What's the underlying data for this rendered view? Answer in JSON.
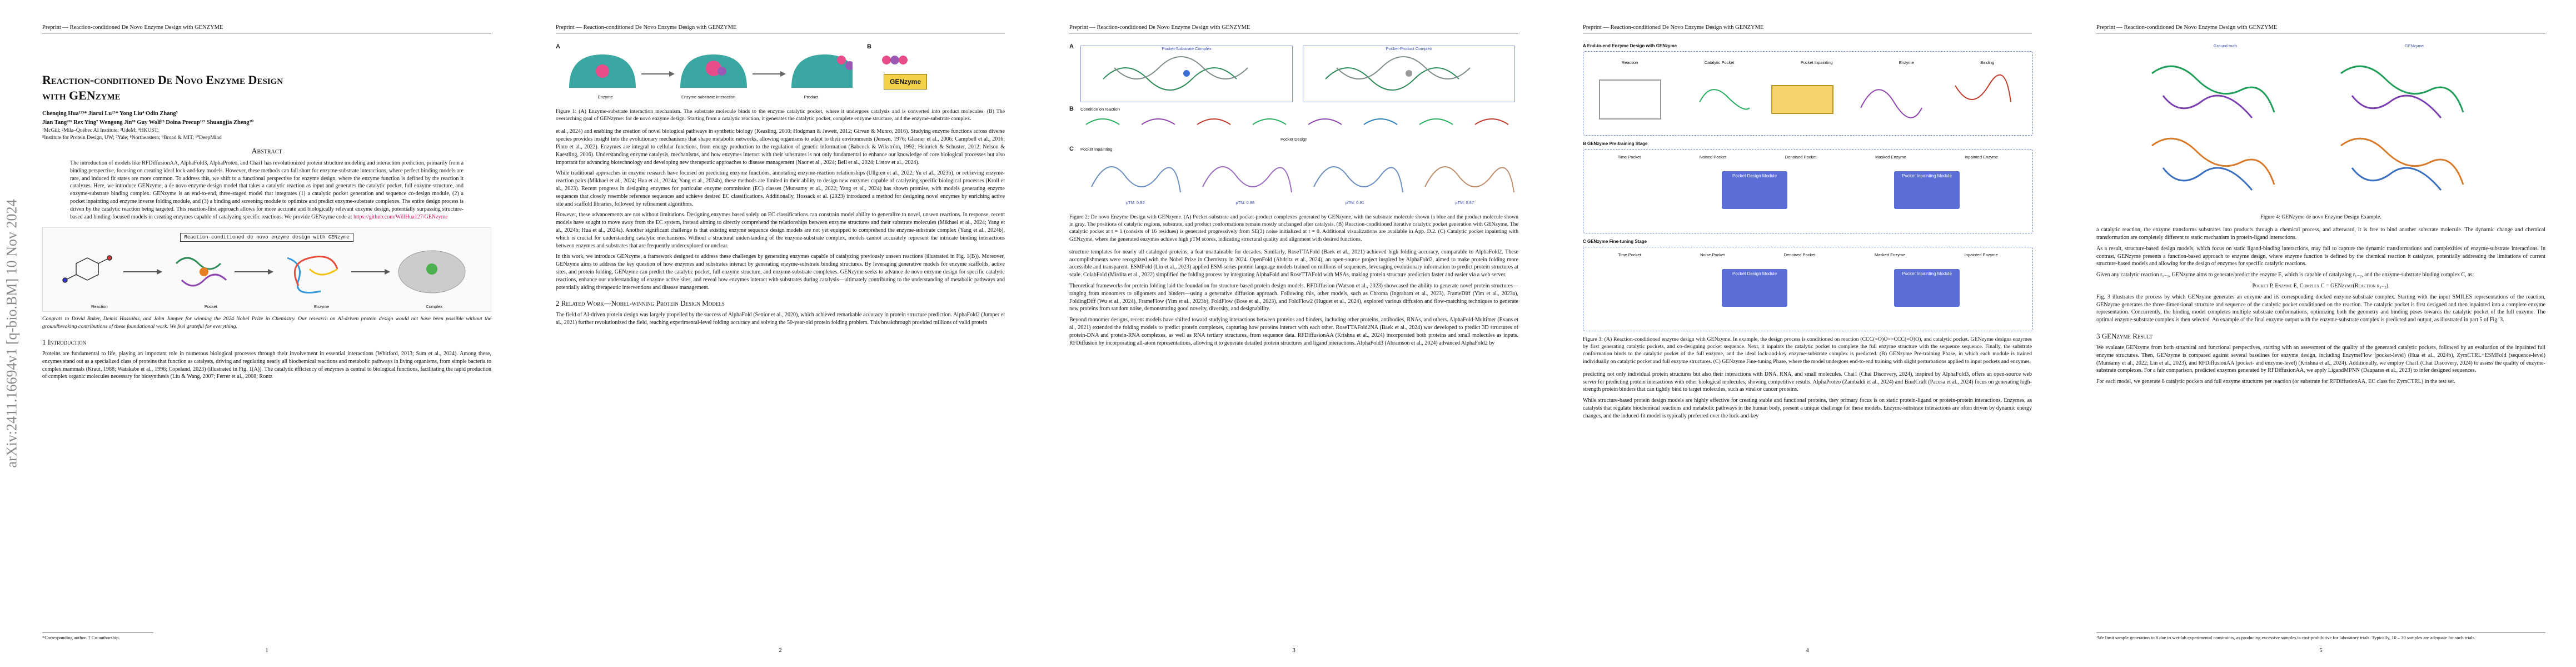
{
  "arxiv_stamp": "arXiv:2411.16694v1  [q-bio.BM]  10 Nov 2024",
  "running_head": "Preprint — Reaction-conditioned De Novo Enzyme Design with GENZYME",
  "page1": {
    "title_line1": "Reaction-conditioned De Novo Enzyme Design",
    "title_line2": "with GENzyme",
    "authors_line1": "Chenqing Hua¹²³*   Jiarui Lu²³*   Yong Liu⁴   Odin Zhang⁵",
    "authors_line2": "Jian Tang²³⁶   Rex Ying⁷   Wengong Jin⁸⁹   Guy Wolf²³   Doina Precup¹²³   Shuangjia Zheng¹⁰",
    "affil_line1": "¹McGill; ²Mila–Québec AI Institute; ³UdeM; ⁴HKUST;",
    "affil_line2": "⁵Institute for Protein Design, UW; ⁷Yale; ⁸Northeastern; ⁹Broad & MIT; ¹⁰DeepMind",
    "abstract_head": "Abstract",
    "abstract": "The introduction of models like RFDiffusionAA, AlphaFold3, AlphaProteo, and Chai1 has revolutionized protein structure modeling and interaction prediction, primarily from a binding perspective, focusing on creating ideal lock-and-key models. However, these methods can fall short for enzyme-substrate interactions, where perfect binding models are rare, and induced fit states are more common. To address this, we shift to a functional perspective for enzyme design, where the enzyme function is defined by the reaction it catalyzes. Here, we introduce GENzyme, a de novo enzyme design model that takes a catalytic reaction as input and generates the catalytic pocket, full enzyme structure, and enzyme-substrate binding complex. GENzyme is an end-to-end, three-staged model that integrates (1) a catalytic pocket generation and sequence co-design module, (2) a pocket inpainting and enzyme inverse folding module, and (3) a binding and screening module to optimize and predict enzyme-substrate complexes. The entire design process is driven by the catalytic reaction being targeted. This reaction-first approach allows for more accurate and biologically relevant enzyme design, potentially surpassing structure-based and binding-focused models in creating enzymes capable of catalyzing specific reactions. We provide GENzyme code at",
    "abstract_link": "https://github.com/WillHua127/GENzyme",
    "fig_banner": "Reaction-conditioned de novo enzyme design with GENzyme",
    "fig_labels": [
      "Reaction",
      "Pocket",
      "Enzyme",
      "Complex"
    ],
    "fig_caption": "Congrats to David Baker, Demis Hassabis, and John Jumper for winning the 2024 Nobel Prize in Chemistry. Our research on AI-driven protein design would not have been possible without the groundbreaking contributions of these foundational work. We feel grateful for everything.",
    "section1": "1   Introduction",
    "intro": "Proteins are fundamental to life, playing an important role in numerous biological processes through their involvement in essential interactions (Whitford, 2013; Sum et al., 2024). Among these, enzymes stand out as a specialized class of proteins that function as catalysts, driving and regulating nearly all biochemical reactions and metabolic pathways in living organisms, from simple bacteria to complex mammals (Kraut, 1988; Watakabe et al., 1996; Copeland, 2023) (illustrated in Fig. 1(A)). The catalytic efficiency of enzymes is central to biological functions, facilitating the rapid production of complex organic molecules necessary for biosynthesis (Liu & Wang, 2007; Ferrer et al., 2008; Rontz",
    "footnote": "*Corresponding author. † Co-authorship.",
    "page_number": "1"
  },
  "page2": {
    "fig_panels": [
      "A",
      "B"
    ],
    "fig_labels": [
      "Enzyme",
      "Enzyme-substrate interaction",
      "Product"
    ],
    "genzyme_label": "GENzyme",
    "caption": "Figure 1: (A) Enzyme-substrate interaction mechanism. The substrate molecule binds to the enzyme catalytic pocket, where it undergoes catalysis and is converted into product molecules. (B) The overarching goal of GENzyme: for de novo enzyme design. Starting from a catalytic reaction, it generates the catalytic pocket, complete enzyme structure, and the enzyme-substrate complex.",
    "para1": "et al., 2024) and enabling the creation of novel biological pathways in synthetic biology (Keasling, 2010; Hodgman & Jewett, 2012; Girvan & Munro, 2016). Studying enzyme functions across diverse species provides insight into the evolutionary mechanisms that shape metabolic networks, allowing organisms to adapt to their environments (Jensen, 1976; Glasner et al., 2006; Campbell et al., 2016; Pinto et al., 2022). Enzymes are integral to cellular functions, from energy production to the regulation of genetic information (Babcock & Wikström, 1992; Heinrich & Schuster, 2012; Nelson & Kaestling, 2016). Understanding enzyme catalysis, mechanisms, and how enzymes interact with their substrates is not only fundamental to enhance our knowledge of core biological processes but also important for advancing biotechnology and developing new therapeutic approaches to disease management (Naor et al., 2024; Bell et al., 2024; Listov et al., 2024).",
    "para2": "While traditional approaches in enzyme research have focused on predicting enzyme functions, annotating enzyme-reaction relationships (Ullgren et al., 2022; Yu et al., 2023b), or retrieving enzyme-reaction pairs (Mikhael et al., 2024; Hua et al., 2024a; Yang et al., 2024b), these methods are limited in their ability to design new enzymes capable of catalyzing specific biological processes (Kroll et al., 2023). Recent progress in designing enzymes for particular enzyme commission (EC) classes (Munsamy et al., 2022; Yang et al., 2024) has shown promise, with models generating enzyme sequences that closely resemble reference sequences and achieve desired EC classifications. Additionally, Hossack et al. (2023) introduced a method for designing novel enzymes by enriching active site and scaffold libraries, followed by refinement algorithms.",
    "para3": "However, these advancements are not without limitations. Designing enzymes based solely on EC classifications can constrain model ability to generalize to novel, unseen reactions. In response, recent models have sought to move away from the EC system, instead aiming to directly comprehend the relationships between enzyme structures and their substrate molecules (Mikhael et al., 2024; Yang et al., 2024b; Hua et al., 2024a). Another significant challenge is that existing enzyme sequence design models are not yet equipped to comprehend the enzyme-substrate complex (Yang et al., 2024b), which is crucial for understanding catalytic mechanisms. Without a structural understanding of the enzyme-substrate complex, models cannot accurately represent the intricate binding interactions between enzymes and substrates that are frequently underexplored or unclear.",
    "para4": "In this work, we introduce GENzyme, a framework designed to address these challenges by generating enzymes capable of catalyzing previously unseen reactions (illustrated in Fig. 1(B)). Moreover, GENzyme aims to address the key question of how enzymes and substrates interact by generating enzyme-substrate binding structures. By leveraging generative models for enzyme scaffolds, active sites, and protein folding, GENzyme can predict the catalytic pocket, full enzyme structure, and enzyme-substrate complexes. GENzyme seeks to advance de novo enzyme design for specific catalytic reactions, enhance our understanding of enzyme active sites, and reveal how enzymes interact with substrates during catalysis—ultimately contributing to the understanding of metabolic pathways and potentially aiding therapeutic interventions and disease management.",
    "section2": "2   Related Work—Nobel-winning Protein Design Models",
    "para5": "The field of AI-driven protein design was largely propelled by the success of AlphaFold (Senior et al., 2020), which achieved remarkable accuracy in protein structure prediction. AlphaFold2 (Jumper et al., 2021) further revolutionized the field, reaching experimental-level folding accuracy and solving the 50-year-old protein folding problem. This breakthrough provided millions of valid protein",
    "page_number": "2"
  },
  "page3": {
    "fig_labels_a": [
      "Pocket-Substrate Complex",
      "Pocket-Product Complex"
    ],
    "row_b": "Condition on reaction",
    "row_c": "Pocket Design",
    "row_c2": "Pocket Inpainting",
    "pdb_labels": [
      "pTM: 0.92",
      "pTM: 0.88",
      "pTM: 0.91",
      "pTM: 0.87"
    ],
    "caption": "Figure 2: De novo Enzyme Design with GENzyme. (A) Pocket-substrate and pocket-product complexes generated by GENzyme, with the substrate molecule shown in blue and the product molecule shown in gray. The positions of catalytic regions, substrate, and product conformations remain mostly unchanged after catalysis. (B) Reaction-conditioned iterative catalytic pocket generation with GENzyme. The catalytic pocket at t = 1 (consists of 16 residues) is generated progressively from SE(3) noise initialized at t = 0. Additional visualizations are available in App. D.2. (C) Catalytic pocket inpainting with GENzyme, where the generated enzymes achieve high pTM scores, indicating structural quality and alignment with desired functions.",
    "para1": "structure templates for nearly all cataloged proteins, a feat unattainable for decades. Similarly, RoseTTAFold (Baek et al., 2021) achieved high folding accuracy, comparable to AlphaFold2. These accomplishments were recognized with the Nobel Prize in Chemistry in 2024. OpenFold (Ahdritz et al., 2024), an open-source project inspired by AlphaFold2, aimed to make protein folding more accessible and transparent. ESMFold (Lin et al., 2023) applied ESM-series protein language models trained on millions of sequences, leveraging evolutionary information to predict protein structures at scale. ColabFold (Mirdita et al., 2022) simplified the folding process by integrating AlphaFold and RoseTTAFold with MSAs, making protein structure prediction faster and easier via a web server.",
    "para2": "Theoretical frameworks for protein folding laid the foundation for structure-based protein design models. RFDiffusion (Watson et al., 2023) showcased the ability to generate novel protein structures—ranging from monomers to oligomers and binders—using a generative diffusion approach. Following this, other models, such as Chroma (Ingraham et al., 2023), FrameDiff (Yim et al., 2023a), FoldingDiff (Wu et al., 2024), FrameFlow (Yim et al., 2023b), FoldFlow (Bose et al., 2023), and FoldFlow2 (Huguet et al., 2024), explored various diffusion and flow-matching techniques to generate new proteins from random noise, demonstrating good novelty, diversity, and designability.",
    "para3": "Beyond monomer designs, recent models have shifted toward studying interactions between proteins and binders, including other proteins, antibodies, RNAs, and others. AlphaFold-Multimer (Evans et al., 2021) extended the folding models to predict protein complexes, capturing how proteins interact with each other. RoseTTAFold2NA (Baek et al., 2024) was developed to predict 3D structures of protein-DNA and protein-RNA complexes, as well as RNA tertiary structures, from sequence data. RFDiffusionAA (Krishna et al., 2024) incorporated both proteins and small molecules as inputs. RFDiffusion by incorporating all-atom representations, allowing it to generate detailed protein structures and ligand interactions. AlphaFold3 (Abramson et al., 2024) advanced AlphaFold2 by",
    "page_number": "3"
  },
  "page4": {
    "fig_a_title": "A  End-to-end Enzyme Design with GENzyme",
    "fig_b_title": "B  GENzyme Pre-training Stage",
    "fig_c_title": "C  GENzyme Fine-tuning Stage",
    "stage_labels": [
      "Reaction",
      "Catalytic Pocket",
      "Pocket Inpainting",
      "Enzyme",
      "Binding"
    ],
    "pre_labels": [
      "Time Pocket",
      "Noised Pocket",
      "Denoised Pocket",
      "Masked Enzyme",
      "Inpainted Enzyme"
    ],
    "modules": [
      "Pocket Design Module",
      "Pocket Inpainting Module"
    ],
    "fine_labels": [
      "Time Pocket",
      "Noise Pocket",
      "Denoised Pocket",
      "Masked Enzyme",
      "Inpainted Enzyme"
    ],
    "caption": "Figure 3: (A) Reaction-conditioned enzyme design with GENzyme. In example, the design process is conditioned on reaction (CCC(=O)O>>CCC(=O)O), and catalytic pocket. GENzyme designs enzymes by first generating catalytic pockets, and co-designing pocket sequence. Next, it inpaints the catalytic pocket to complete the full enzyme structure with the sequence sequence. Finally, the substrate conformation binds to the catalytic pocket of the full enzyme, and the ideal lock-and-key enzyme-substrate complex is predicted. (B) GENzyme Pre-training Phase, in which each module is trained individually on catalytic pocket and full enzyme structures. (C) GENzyme Fine-tuning Phase, where the model undergoes end-to-end training with slight perturbations applied to input pockets and enzymes.",
    "para1": "predicting not only individual protein structures but also their interactions with DNA, RNA, and small molecules. Chai1 (Chai Discovery, 2024), inspired by AlphaFold3, offers an open-source web server for predicting protein interactions with other biological molecules, showing competitive results. AlphaProteo (Zambaldi et al., 2024) and BindCraft (Pacesa et al., 2024) focus on generating high-strength protein binders that can tightly bind to target molecules, such as viral or cancer proteins.",
    "para2": "While structure-based protein design models are highly effective for creating stable and functional proteins, they primary focus is on static protein-ligand or protein-protein interactions. Enzymes, as catalysts that regulate biochemical reactions and metabolic pathways in the human body, present a unique challenge for these models. Enzyme-substrate interactions are often driven by dynamic energy changes, and the induced-fit model is typically preferred over the lock-and-key",
    "page_number": "4"
  },
  "page5": {
    "protein_labels": [
      "Ground truth",
      "GENzyme"
    ],
    "caption": "Figure 4: GENzyme de novo Enzyme Design Example.",
    "para1": "a catalytic reaction, the enzyme transforms substrates into products through a chemical process, and afterward, it is free to bind another substrate molecule. The dynamic change and chemical transformation are completely different to static mechanism in protein-ligand interactions.",
    "para2": "As a result, structure-based design models, which focus on static ligand-binding interactions, may fail to capture the dynamic transformations and complexities of enzyme-substrate interactions. In contrast, GENzyme presents a function-based approach to enzyme design, where enzyme function is defined by the chemical reaction it catalyzes, potentially addressing the limitations of current structure-based models and allowing for the design of enzymes for specific catalytic reactions.",
    "formula": "Given any catalytic reaction r₁₋₂, GENzyme aims to generate/predict the enzyme E, which is capable of catalyzing r₁₋₂, and the enzyme-substrate binding complex C, as:",
    "equation": "Pocket P, Enzyme E, Complex C = GENzyme(Reaction r₁₋₂).",
    "para3": "Fig. 3 illustrates the process by which GENzyme generates an enzyme and its corresponding docked enzyme-substrate complex. Starting with the input SMILES representations of the reaction, GENzyme generates the three-dimensional structure and sequence of the catalytic pocket conditioned on the reaction. The catalytic pocket is first designed and then inpainted into a complete enzyme representation. Concurrently, the binding model completes multiple substrate conformations, optimizing both the geometry and binding poses towards the catalytic pocket of the full enzyme. The optimal enzyme-substrate complex is then selected. An example of the final enzyme output with the enzyme-substrate complex is predicted and output, as illustrated in part 5 of Fig. 3.",
    "section3": "3   GENzyme Result",
    "para4": "We evaluate GENzyme from both structural and functional perspectives, starting with an assessment of the quality of the generated catalytic pockets, followed by an evaluation of the inpainted full enzyme structures. Then, GENzyme is compared against several baselines for enzyme design, including EnzymeFlow (pocket-level) (Hua et al., 2024b), ZymCTRL+ESMFold (sequence-level) (Munsamy et al., 2022; Lin et al., 2023), and RFDiffusionAA (pocket- and enzyme-level) (Krishna et al., 2024). Additionally, we employ Chai1 (Chai Discovery, 2024) to assess the quality of enzyme-substrate complexes. For a fair comparison, predicted enzymes generated by RFDiffusionAA, we apply LigandMPNN (Dauparas et al., 2023) to infer designed sequences.",
    "para5": "For each model, we generate 8 catalytic pockets and full enzyme structures per reaction (or substrate for RFDiffusionAA, EC class for ZymCTRL) in the test set.",
    "footnote": "¹We limit sample generation to 8 due to wet-lab experimental constraints, as producing excessive samples is cost-prohibitive for laboratory trials. Typically, 10 – 30 samples are adequate for such trials.",
    "page_number": "5"
  }
}
